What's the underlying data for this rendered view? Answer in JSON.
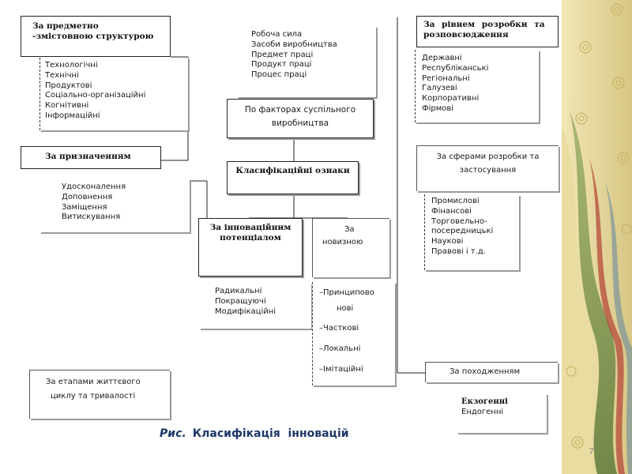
{
  "boxes": {
    "subject_structure": {
      "title_line1": "За предметно",
      "title_line2": "-змістовною структурою",
      "items": [
        "Технологічні",
        "Технічні",
        "Продуктові",
        "Соціально-організаційні",
        "Когнітивні",
        "Інформаційні"
      ]
    },
    "purpose": {
      "title": "За призначенням",
      "items": [
        "Удосконалення",
        "Доповнення",
        "Заміщення",
        "Витискування"
      ]
    },
    "factors_list": {
      "items": [
        "Робоча сила",
        "Засоби виробництва",
        "Предмет праці",
        "Продукт праці",
        "Процес праці"
      ]
    },
    "factors": {
      "title": "По факторах суспільного виробництва"
    },
    "central": {
      "title": "Класифікаційні ознаки"
    },
    "potential": {
      "title": "За інноваційним потенціалом",
      "items": [
        "Радикальні",
        "Покращуючі",
        "Модифікаційні"
      ]
    },
    "novelty": {
      "title_line1": "За",
      "title_line2": "новизною",
      "items": [
        "–Принципово",
        "нові",
        "–Часткові",
        "–Локальні",
        "–Імітаційні"
      ]
    },
    "lifecycle": {
      "title_line1": "За етапами життєвого",
      "title_line2": "циклу та тривалості"
    },
    "development_level": {
      "title": "За рівнем розробки та розповсюдження",
      "items": [
        "Державні",
        "Республіканські",
        "Регіональні",
        "Галузеві",
        "Корпоративні",
        "Фірмові"
      ]
    },
    "spheres": {
      "title": "За сферами розробки та застосування",
      "items": [
        "Промислові",
        "Фінансові",
        "Торговельно-",
        "посередницькі",
        "Наукові",
        "Правові і т.д."
      ]
    },
    "origin": {
      "title": "За походженням",
      "items": [
        "Екзогенні",
        "Ендогенні"
      ]
    }
  },
  "caption": {
    "prefix": "Рис.",
    "text": "Класифікація  інновацій"
  },
  "page_number": "7",
  "colors": {
    "caption": "#1f3767",
    "decor_gold": "#d8c27a",
    "decor_green": "#7f9a4f",
    "decor_red": "#b44a3a"
  }
}
